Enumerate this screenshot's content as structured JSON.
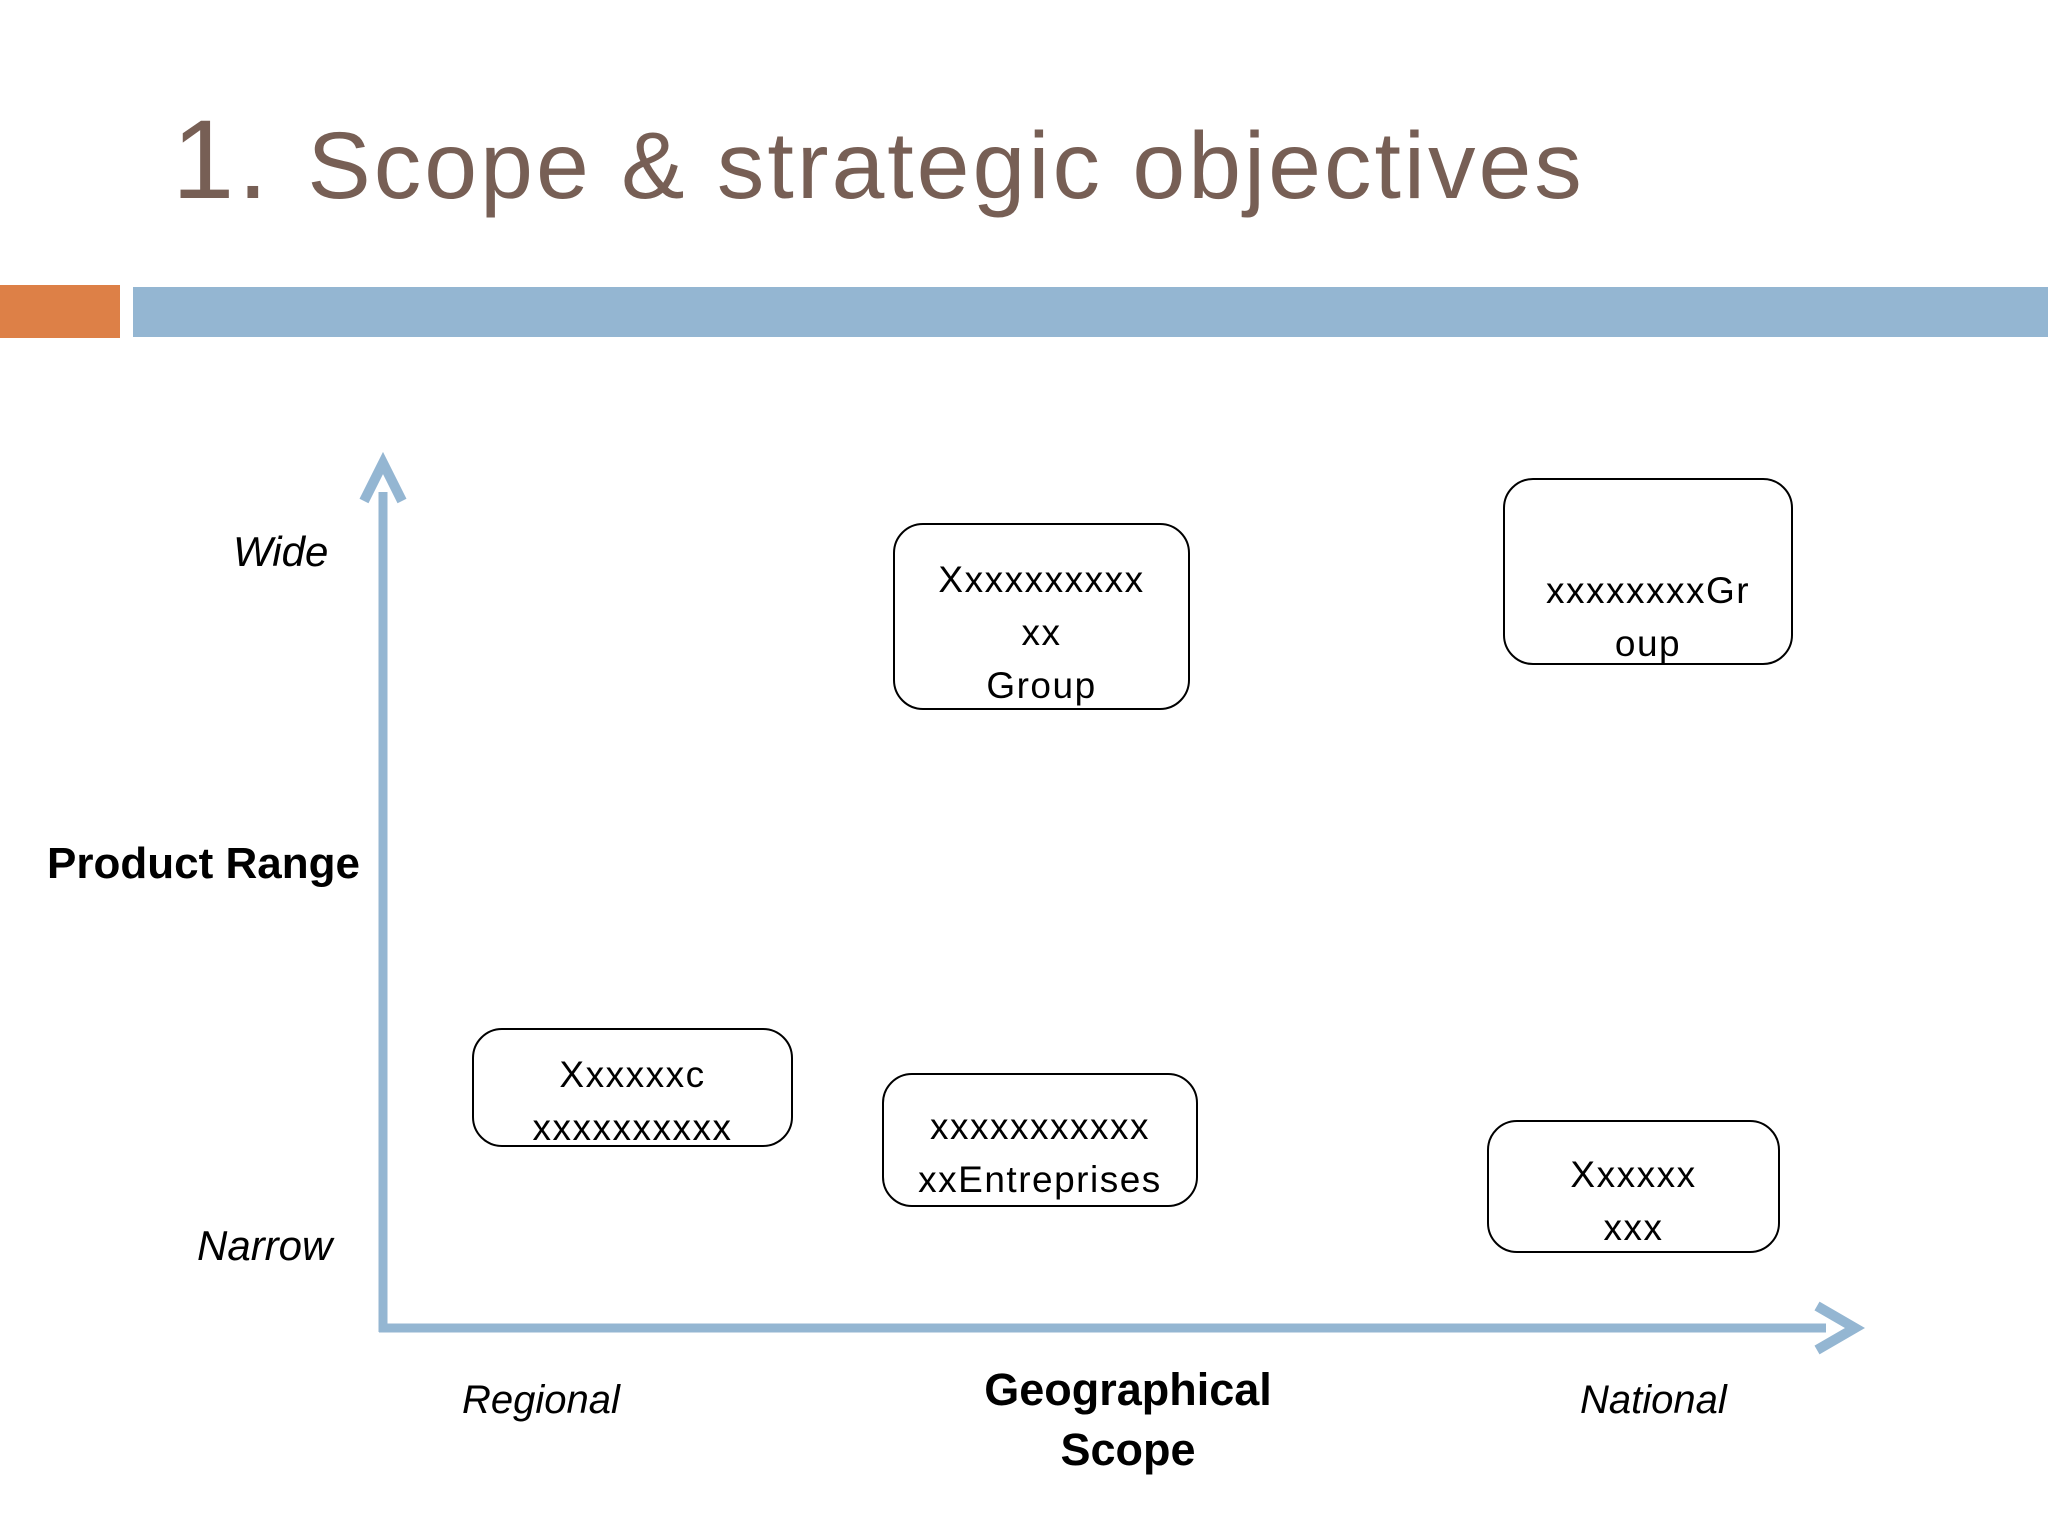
{
  "title": {
    "number": "1.",
    "text": "Scope & strategic objectives"
  },
  "colors": {
    "orange": "#DD8047",
    "blue": "#94B6D2",
    "title_brown": "#775F55",
    "text_black": "#000000"
  },
  "axes": {
    "y_label": "Product Range",
    "y_top": "Wide",
    "y_bottom": "Narrow",
    "x_label_line1": "Geographical",
    "x_label_line2": "Scope",
    "x_left": "Regional",
    "x_right": "National"
  },
  "boxes": [
    {
      "position": "top-middle",
      "lines": [
        "Xxxxxxxxxx",
        "xx",
        "Group"
      ]
    },
    {
      "position": "top-right",
      "lines": [
        "xxxxxxxxGr",
        "oup"
      ]
    },
    {
      "position": "bottom-left",
      "lines": [
        "Xxxxxxc",
        "xxxxxxxxxx"
      ]
    },
    {
      "position": "bottom-middle",
      "lines": [
        "xxxxxxxxxxx",
        "xxEntreprises"
      ]
    },
    {
      "position": "bottom-right",
      "lines": [
        "Xxxxxx",
        "xxx"
      ]
    }
  ]
}
